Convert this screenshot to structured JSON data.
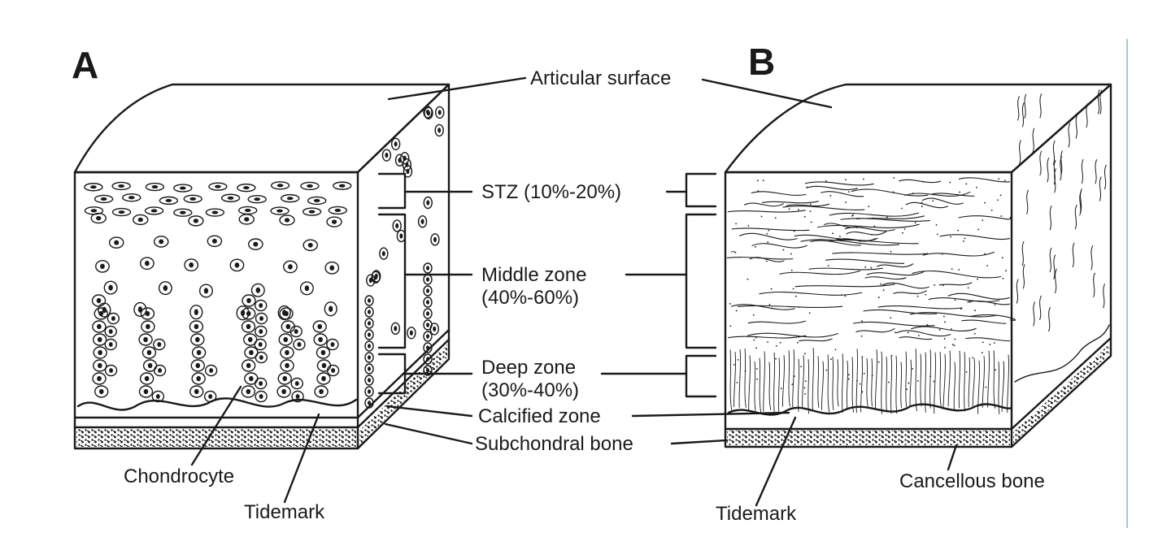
{
  "panels": {
    "a": "A",
    "b": "B"
  },
  "labels": {
    "articular_surface": "Articular surface",
    "stz_zone": "STZ (10%-20%)",
    "middle_zone_line1": "Middle zone",
    "middle_zone_line2": "(40%-60%)",
    "deep_zone_line1": "Deep zone",
    "deep_zone_line2": "(30%-40%)",
    "calcified_zone": "Calcified zone",
    "subchondral_bone": "Subchondral bone",
    "chondrocyte": "Chondrocyte",
    "tidemark_a": "Tidemark",
    "tidemark_b": "Tidemark",
    "cancellous_bone": "Cancellous bone"
  },
  "colors": {
    "ink": "#1a1a1a",
    "background": "#ffffff",
    "edge_line": "#a9c4e3"
  }
}
